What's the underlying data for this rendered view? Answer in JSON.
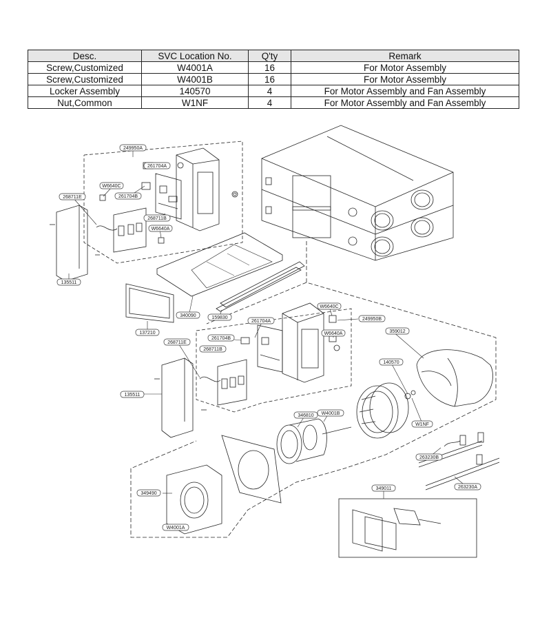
{
  "table": {
    "headers": [
      "Desc.",
      "SVC Location No.",
      "Q'ty",
      "Remark"
    ],
    "rows": [
      [
        "Screw,Customized",
        "W4001A",
        "16",
        "For Motor Assembly"
      ],
      [
        "Screw,Customized",
        "W4001B",
        "16",
        "For Motor Assembly"
      ],
      [
        "Locker Assembly",
        "140570",
        "4",
        "For Motor Assembly and Fan Assembly"
      ],
      [
        "Nut,Common",
        "W1NF",
        "4",
        "For Motor Assembly and Fan Assembly"
      ]
    ]
  },
  "callouts": [
    "249950A",
    "261704A",
    "W6640C",
    "261704B",
    "268711E",
    "268711B",
    "W6640A",
    "135511",
    "340090",
    "159830",
    "137210",
    "W6640C",
    "261704A",
    "249950B",
    "261704B",
    "W6640A",
    "268711E",
    "268711B",
    "135511",
    "359012",
    "140570",
    "W1NF",
    "346810",
    "W4001B",
    "263230B",
    "263230A",
    "349490",
    "W4001A",
    "349011"
  ]
}
